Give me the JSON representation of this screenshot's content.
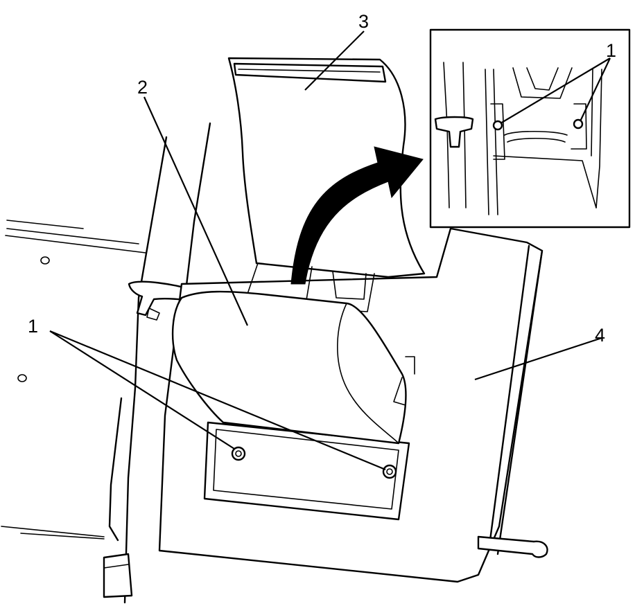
{
  "callouts": {
    "fastener_label": "1",
    "inset_fastener_label": "1",
    "panel_2_label": "2",
    "panel_3_label": "3",
    "panel_4_label": "4"
  },
  "colors": {
    "line": "#000000",
    "background": "#ffffff",
    "arrow": "#000000"
  },
  "icons": {
    "direction_arrow": "curved-arrow-icon",
    "fastener": "screw-icon"
  }
}
